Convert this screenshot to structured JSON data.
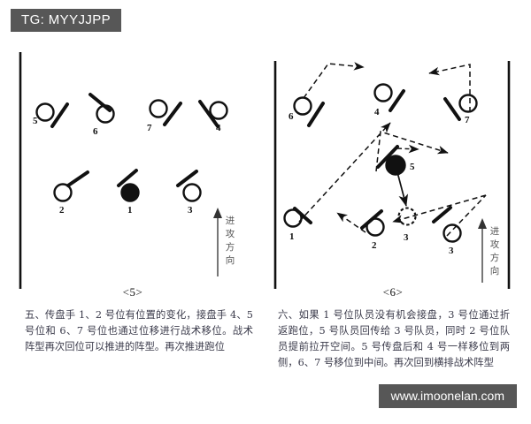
{
  "tag": {
    "label": "TG: MYYJJPP"
  },
  "watermark": {
    "label": "www.imoonelan.com"
  },
  "diagrams": [
    {
      "id": "diagram-5",
      "caption": "<5>",
      "direction_label": "进攻方向",
      "players": [
        {
          "num": "5",
          "filled": false,
          "dashed": false
        },
        {
          "num": "6",
          "filled": false,
          "dashed": false
        },
        {
          "num": "7",
          "filled": false,
          "dashed": false
        },
        {
          "num": "4",
          "filled": false,
          "dashed": false
        },
        {
          "num": "2",
          "filled": false,
          "dashed": false
        },
        {
          "num": "1",
          "filled": true,
          "dashed": false
        },
        {
          "num": "3",
          "filled": false,
          "dashed": false
        }
      ]
    },
    {
      "id": "diagram-6",
      "caption": "<6>",
      "direction_label": "进攻方向",
      "players": [
        {
          "num": "6",
          "filled": false,
          "dashed": false
        },
        {
          "num": "4",
          "filled": false,
          "dashed": false
        },
        {
          "num": "7",
          "filled": false,
          "dashed": false
        },
        {
          "num": "5",
          "filled": true,
          "dashed": false
        },
        {
          "num": "1",
          "filled": false,
          "dashed": false
        },
        {
          "num": "2",
          "filled": false,
          "dashed": false
        },
        {
          "num": "3",
          "filled": false,
          "dashed": true
        },
        {
          "num": "3",
          "filled": false,
          "dashed": false
        }
      ]
    }
  ],
  "paragraphs": {
    "left": "五、传盘手 1、2 号位有位置的变化，接盘手 4、5 号位和 6、7 号位也通过位移进行战术移位。战术阵型再次回位可以推进的阵型。再次推进跑位",
    "right": "六、如果 1 号位队员没有机会接盘，3 号位通过折返跑位，5 号队员回传给 3 号队员，同时 2 号位队员提前拉开空间。5 号传盘后和 4 号一样移位到两侧，6、7 号移位到中间。再次回到横排战术阵型"
  },
  "colors": {
    "badge_bg": "#575757",
    "badge_text": "#ffffff",
    "ink": "#111111",
    "paragraph_text": "#3a3a4a",
    "direction_text": "#555555"
  }
}
